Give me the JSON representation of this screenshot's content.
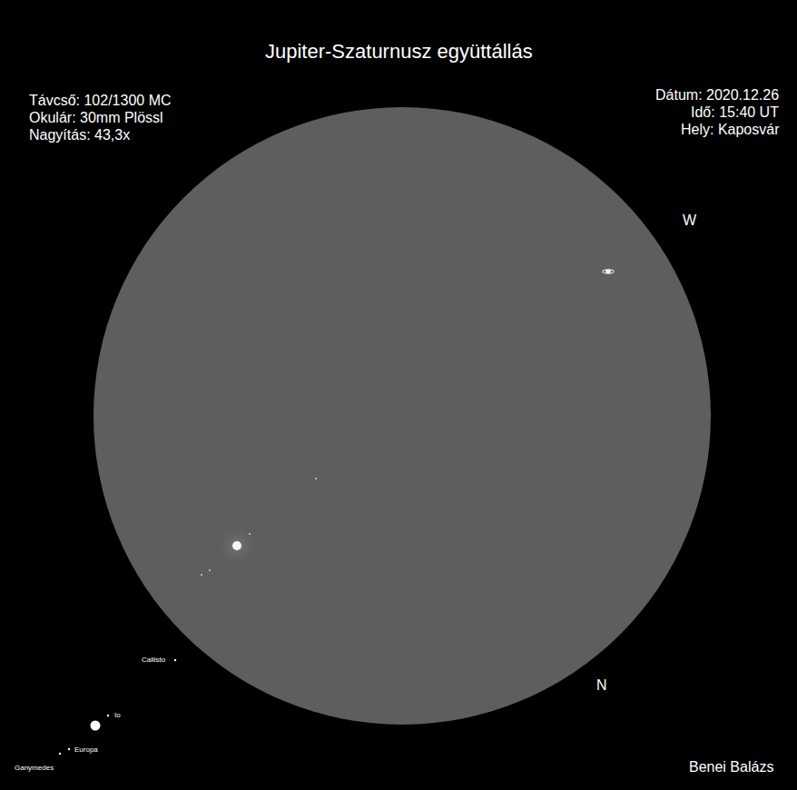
{
  "diagram": {
    "title": "Jupiter-Szaturnusz együttállás",
    "labels": [
      "Távcső: 102/1300 MC",
      "Okulár: 30mm Plössl",
      "Nagyítás: 43,3x",
      "Dátum: 2020.12.26",
      "Idő: 15:40 UT",
      "Hely: Kaposvár",
      "W",
      "N",
      "Callisto",
      "Io",
      "Europa",
      "Ganymedes",
      "Benei Balázs"
    ]
  }
}
